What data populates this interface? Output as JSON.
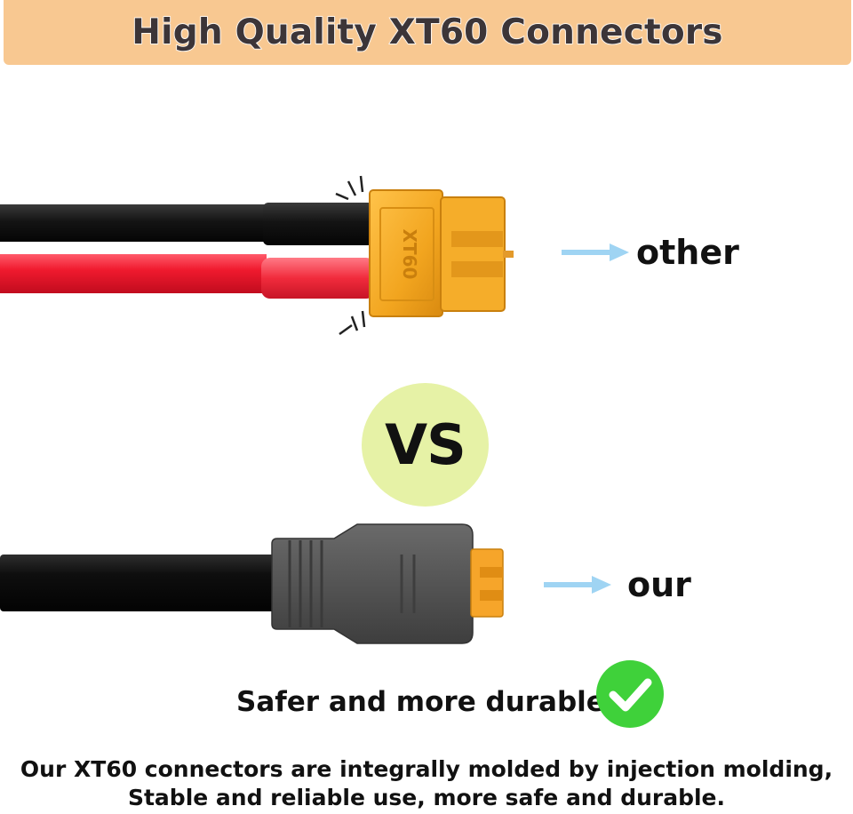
{
  "banner": {
    "title": "High Quality XT60 Connectors",
    "color": "#f8c891"
  },
  "comparison": {
    "other_label": "other",
    "our_label": "our",
    "vs_label": "VS",
    "connector_marking": "XT60",
    "arrow_color": "#9fd4f3",
    "vs_circle_color": "#e6f2a6"
  },
  "benefit": {
    "text": "Safer and more durable",
    "check_color": "#3fd13a"
  },
  "description": {
    "line1": "Our XT60 connectors are integrally molded by injection molding,",
    "line2": "Stable and reliable use, more safe and durable."
  }
}
